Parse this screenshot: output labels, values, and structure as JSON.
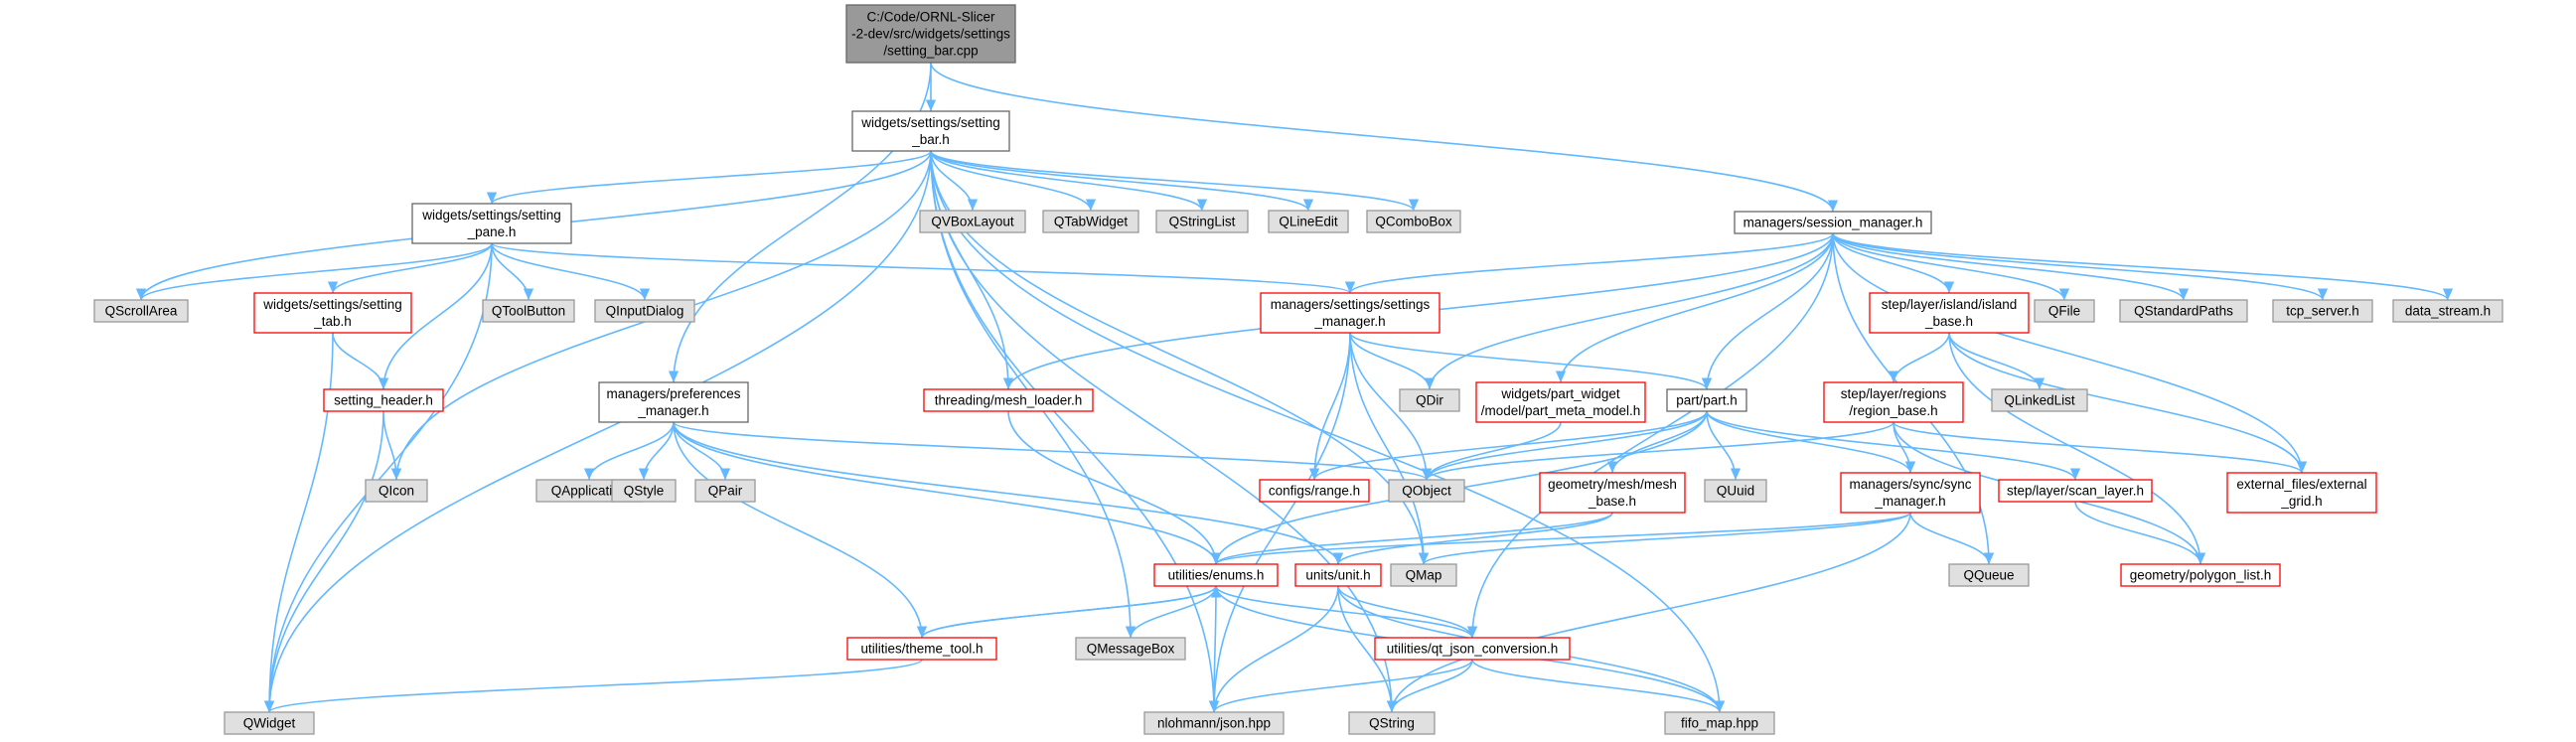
{
  "title_lines": [
    "C:/Code/ORNL-Slicer",
    "-2-dev/src/widgets/settings",
    "/setting_bar.cpp"
  ],
  "colors": {
    "edge": "#63b8ff",
    "root_fill": "#999999",
    "root_border": "#666666",
    "local_fill": "#ffffff",
    "local_border": "#666666",
    "incomplete_border": "#ff0000",
    "external_fill": "#e0e0e0",
    "external_border": "#999999"
  },
  "nodes": [
    {
      "id": "root",
      "kind": "root",
      "lines": [
        "C:/Code/ORNL-Slicer",
        "-2-dev/src/widgets/settings",
        "/setting_bar.cpp"
      ]
    },
    {
      "id": "setting_bar_h",
      "kind": "local",
      "lines": [
        "widgets/settings/setting",
        "_bar.h"
      ]
    },
    {
      "id": "session_manager_h",
      "kind": "local",
      "lines": [
        "managers/session_manager.h"
      ]
    },
    {
      "id": "setting_pane_h",
      "kind": "local",
      "lines": [
        "widgets/settings/setting",
        "_pane.h"
      ]
    },
    {
      "id": "preferences_manager_h",
      "kind": "local",
      "lines": [
        "managers/preferences",
        "_manager.h"
      ]
    },
    {
      "id": "part_h",
      "kind": "local",
      "lines": [
        "part/part.h"
      ]
    },
    {
      "id": "settings_manager_h",
      "kind": "incomplete",
      "lines": [
        "managers/settings/settings",
        "_manager.h"
      ]
    },
    {
      "id": "setting_tab_h",
      "kind": "incomplete",
      "lines": [
        "widgets/settings/setting",
        "_tab.h"
      ]
    },
    {
      "id": "setting_header_h",
      "kind": "incomplete",
      "lines": [
        "setting_header.h"
      ]
    },
    {
      "id": "mesh_loader_h",
      "kind": "incomplete",
      "lines": [
        "threading/mesh_loader.h"
      ]
    },
    {
      "id": "part_meta_model_h",
      "kind": "incomplete",
      "lines": [
        "widgets/part_widget",
        "/model/part_meta_model.h"
      ]
    },
    {
      "id": "island_base_h",
      "kind": "incomplete",
      "lines": [
        "step/layer/island/island",
        "_base.h"
      ]
    },
    {
      "id": "region_base_h",
      "kind": "incomplete",
      "lines": [
        "step/layer/regions",
        "/region_base.h"
      ]
    },
    {
      "id": "range_h",
      "kind": "incomplete",
      "lines": [
        "configs/range.h"
      ]
    },
    {
      "id": "mesh_base_h",
      "kind": "incomplete",
      "lines": [
        "geometry/mesh/mesh",
        "_base.h"
      ]
    },
    {
      "id": "sync_manager_h",
      "kind": "incomplete",
      "lines": [
        "managers/sync/sync",
        "_manager.h"
      ]
    },
    {
      "id": "scan_layer_h",
      "kind": "incomplete",
      "lines": [
        "step/layer/scan_layer.h"
      ]
    },
    {
      "id": "external_grid_h",
      "kind": "incomplete",
      "lines": [
        "external_files/external",
        "_grid.h"
      ]
    },
    {
      "id": "polygon_list_h",
      "kind": "incomplete",
      "lines": [
        "geometry/polygon_list.h"
      ]
    },
    {
      "id": "enums_h",
      "kind": "incomplete",
      "lines": [
        "utilities/enums.h"
      ]
    },
    {
      "id": "unit_h",
      "kind": "incomplete",
      "lines": [
        "units/unit.h"
      ]
    },
    {
      "id": "theme_tool_h",
      "kind": "incomplete",
      "lines": [
        "utilities/theme_tool.h"
      ]
    },
    {
      "id": "qt_json_conversion_h",
      "kind": "incomplete",
      "lines": [
        "utilities/qt_json_conversion.h"
      ]
    },
    {
      "id": "QVBoxLayout",
      "kind": "external",
      "lines": [
        "QVBoxLayout"
      ]
    },
    {
      "id": "QTabWidget",
      "kind": "external",
      "lines": [
        "QTabWidget"
      ]
    },
    {
      "id": "QStringList",
      "kind": "external",
      "lines": [
        "QStringList"
      ]
    },
    {
      "id": "QLineEdit",
      "kind": "external",
      "lines": [
        "QLineEdit"
      ]
    },
    {
      "id": "QComboBox",
      "kind": "external",
      "lines": [
        "QComboBox"
      ]
    },
    {
      "id": "QScrollArea",
      "kind": "external",
      "lines": [
        "QScrollArea"
      ]
    },
    {
      "id": "QToolButton",
      "kind": "external",
      "lines": [
        "QToolButton"
      ]
    },
    {
      "id": "QInputDialog",
      "kind": "external",
      "lines": [
        "QInputDialog"
      ]
    },
    {
      "id": "QFile",
      "kind": "external",
      "lines": [
        "QFile"
      ]
    },
    {
      "id": "QStandardPaths",
      "kind": "external",
      "lines": [
        "QStandardPaths"
      ]
    },
    {
      "id": "tcp_server_h",
      "kind": "external",
      "lines": [
        "tcp_server.h"
      ]
    },
    {
      "id": "data_stream_h",
      "kind": "external",
      "lines": [
        "data_stream.h"
      ]
    },
    {
      "id": "QDir",
      "kind": "external",
      "lines": [
        "QDir"
      ]
    },
    {
      "id": "QLinkedList",
      "kind": "external",
      "lines": [
        "QLinkedList"
      ]
    },
    {
      "id": "QIcon",
      "kind": "external",
      "lines": [
        "QIcon"
      ]
    },
    {
      "id": "QApplication",
      "kind": "external",
      "lines": [
        "QApplication"
      ]
    },
    {
      "id": "QStyle",
      "kind": "external",
      "lines": [
        "QStyle"
      ]
    },
    {
      "id": "QPair",
      "kind": "external",
      "lines": [
        "QPair"
      ]
    },
    {
      "id": "QObject",
      "kind": "external",
      "lines": [
        "QObject"
      ]
    },
    {
      "id": "QUuid",
      "kind": "external",
      "lines": [
        "QUuid"
      ]
    },
    {
      "id": "QMap",
      "kind": "external",
      "lines": [
        "QMap"
      ]
    },
    {
      "id": "QQueue",
      "kind": "external",
      "lines": [
        "QQueue"
      ]
    },
    {
      "id": "QMessageBox",
      "kind": "external",
      "lines": [
        "QMessageBox"
      ]
    },
    {
      "id": "QWidget",
      "kind": "external",
      "lines": [
        "QWidget"
      ]
    },
    {
      "id": "nlohmann_json_hpp",
      "kind": "external",
      "lines": [
        "nlohmann/json.hpp"
      ]
    },
    {
      "id": "QString",
      "kind": "external",
      "lines": [
        "QString"
      ]
    },
    {
      "id": "fifo_map_hpp",
      "kind": "external",
      "lines": [
        "fifo_map.hpp"
      ]
    }
  ],
  "edges": [
    [
      "root",
      "setting_bar_h"
    ],
    [
      "root",
      "session_manager_h"
    ],
    [
      "root",
      "preferences_manager_h"
    ],
    [
      "setting_bar_h",
      "setting_pane_h"
    ],
    [
      "setting_bar_h",
      "QVBoxLayout"
    ],
    [
      "setting_bar_h",
      "QTabWidget"
    ],
    [
      "setting_bar_h",
      "QStringList"
    ],
    [
      "setting_bar_h",
      "QLineEdit"
    ],
    [
      "setting_bar_h",
      "QComboBox"
    ],
    [
      "setting_bar_h",
      "QScrollArea"
    ],
    [
      "setting_bar_h",
      "QWidget"
    ],
    [
      "setting_bar_h",
      "QIcon"
    ],
    [
      "setting_bar_h",
      "QMessageBox"
    ],
    [
      "setting_bar_h",
      "nlohmann_json_hpp"
    ],
    [
      "setting_bar_h",
      "QString"
    ],
    [
      "setting_bar_h",
      "QMap"
    ],
    [
      "setting_bar_h",
      "fifo_map_hpp"
    ],
    [
      "setting_bar_h",
      "mesh_loader_h"
    ],
    [
      "setting_pane_h",
      "QScrollArea"
    ],
    [
      "setting_pane_h",
      "setting_tab_h"
    ],
    [
      "setting_pane_h",
      "setting_header_h"
    ],
    [
      "setting_pane_h",
      "QToolButton"
    ],
    [
      "setting_pane_h",
      "QInputDialog"
    ],
    [
      "setting_pane_h",
      "QWidget"
    ],
    [
      "setting_pane_h",
      "settings_manager_h"
    ],
    [
      "setting_tab_h",
      "setting_header_h"
    ],
    [
      "setting_tab_h",
      "QWidget"
    ],
    [
      "setting_header_h",
      "QIcon"
    ],
    [
      "setting_header_h",
      "QWidget"
    ],
    [
      "preferences_manager_h",
      "QApplication"
    ],
    [
      "preferences_manager_h",
      "QStyle"
    ],
    [
      "preferences_manager_h",
      "QPair"
    ],
    [
      "preferences_manager_h",
      "QObject"
    ],
    [
      "preferences_manager_h",
      "enums_h"
    ],
    [
      "preferences_manager_h",
      "theme_tool_h"
    ],
    [
      "preferences_manager_h",
      "unit_h"
    ],
    [
      "session_manager_h",
      "settings_manager_h"
    ],
    [
      "session_manager_h",
      "QDir"
    ],
    [
      "session_manager_h",
      "part_meta_model_h"
    ],
    [
      "session_manager_h",
      "part_h"
    ],
    [
      "session_manager_h",
      "island_base_h"
    ],
    [
      "session_manager_h",
      "QFile"
    ],
    [
      "session_manager_h",
      "QStandardPaths"
    ],
    [
      "session_manager_h",
      "tcp_server_h"
    ],
    [
      "session_manager_h",
      "data_stream_h"
    ],
    [
      "session_manager_h",
      "QQueue"
    ],
    [
      "session_manager_h",
      "qt_json_conversion_h"
    ],
    [
      "session_manager_h",
      "external_grid_h"
    ],
    [
      "session_manager_h",
      "mesh_loader_h"
    ],
    [
      "settings_manager_h",
      "QDir"
    ],
    [
      "settings_manager_h",
      "QObject"
    ],
    [
      "settings_manager_h",
      "range_h"
    ],
    [
      "settings_manager_h",
      "part_h"
    ],
    [
      "settings_manager_h",
      "nlohmann_json_hpp"
    ],
    [
      "settings_manager_h",
      "QMap"
    ],
    [
      "part_meta_model_h",
      "QObject"
    ],
    [
      "island_base_h",
      "region_base_h"
    ],
    [
      "island_base_h",
      "QLinkedList"
    ],
    [
      "island_base_h",
      "external_grid_h"
    ],
    [
      "island_base_h",
      "polygon_list_h"
    ],
    [
      "region_base_h",
      "QObject"
    ],
    [
      "region_base_h",
      "sync_manager_h"
    ],
    [
      "region_base_h",
      "external_grid_h"
    ],
    [
      "region_base_h",
      "polygon_list_h"
    ],
    [
      "part_h",
      "range_h"
    ],
    [
      "part_h",
      "QObject"
    ],
    [
      "part_h",
      "mesh_base_h"
    ],
    [
      "part_h",
      "QUuid"
    ],
    [
      "part_h",
      "sync_manager_h"
    ],
    [
      "part_h",
      "scan_layer_h"
    ],
    [
      "part_h",
      "enums_h"
    ],
    [
      "mesh_loader_h",
      "enums_h"
    ],
    [
      "mesh_base_h",
      "enums_h"
    ],
    [
      "mesh_base_h",
      "unit_h"
    ],
    [
      "sync_manager_h",
      "QQueue"
    ],
    [
      "sync_manager_h",
      "QMap"
    ],
    [
      "sync_manager_h",
      "enums_h"
    ],
    [
      "sync_manager_h",
      "QString"
    ],
    [
      "scan_layer_h",
      "polygon_list_h"
    ],
    [
      "enums_h",
      "theme_tool_h"
    ],
    [
      "enums_h",
      "QMessageBox"
    ],
    [
      "enums_h",
      "nlohmann_json_hpp"
    ],
    [
      "enums_h",
      "qt_json_conversion_h"
    ],
    [
      "enums_h",
      "fifo_map_hpp"
    ],
    [
      "theme_tool_h",
      "enums_h"
    ],
    [
      "theme_tool_h",
      "QWidget"
    ],
    [
      "unit_h",
      "qt_json_conversion_h"
    ],
    [
      "unit_h",
      "nlohmann_json_hpp"
    ],
    [
      "unit_h",
      "QString"
    ],
    [
      "unit_h",
      "fifo_map_hpp"
    ],
    [
      "qt_json_conversion_h",
      "nlohmann_json_hpp"
    ],
    [
      "qt_json_conversion_h",
      "QString"
    ],
    [
      "qt_json_conversion_h",
      "fifo_map_hpp"
    ]
  ]
}
